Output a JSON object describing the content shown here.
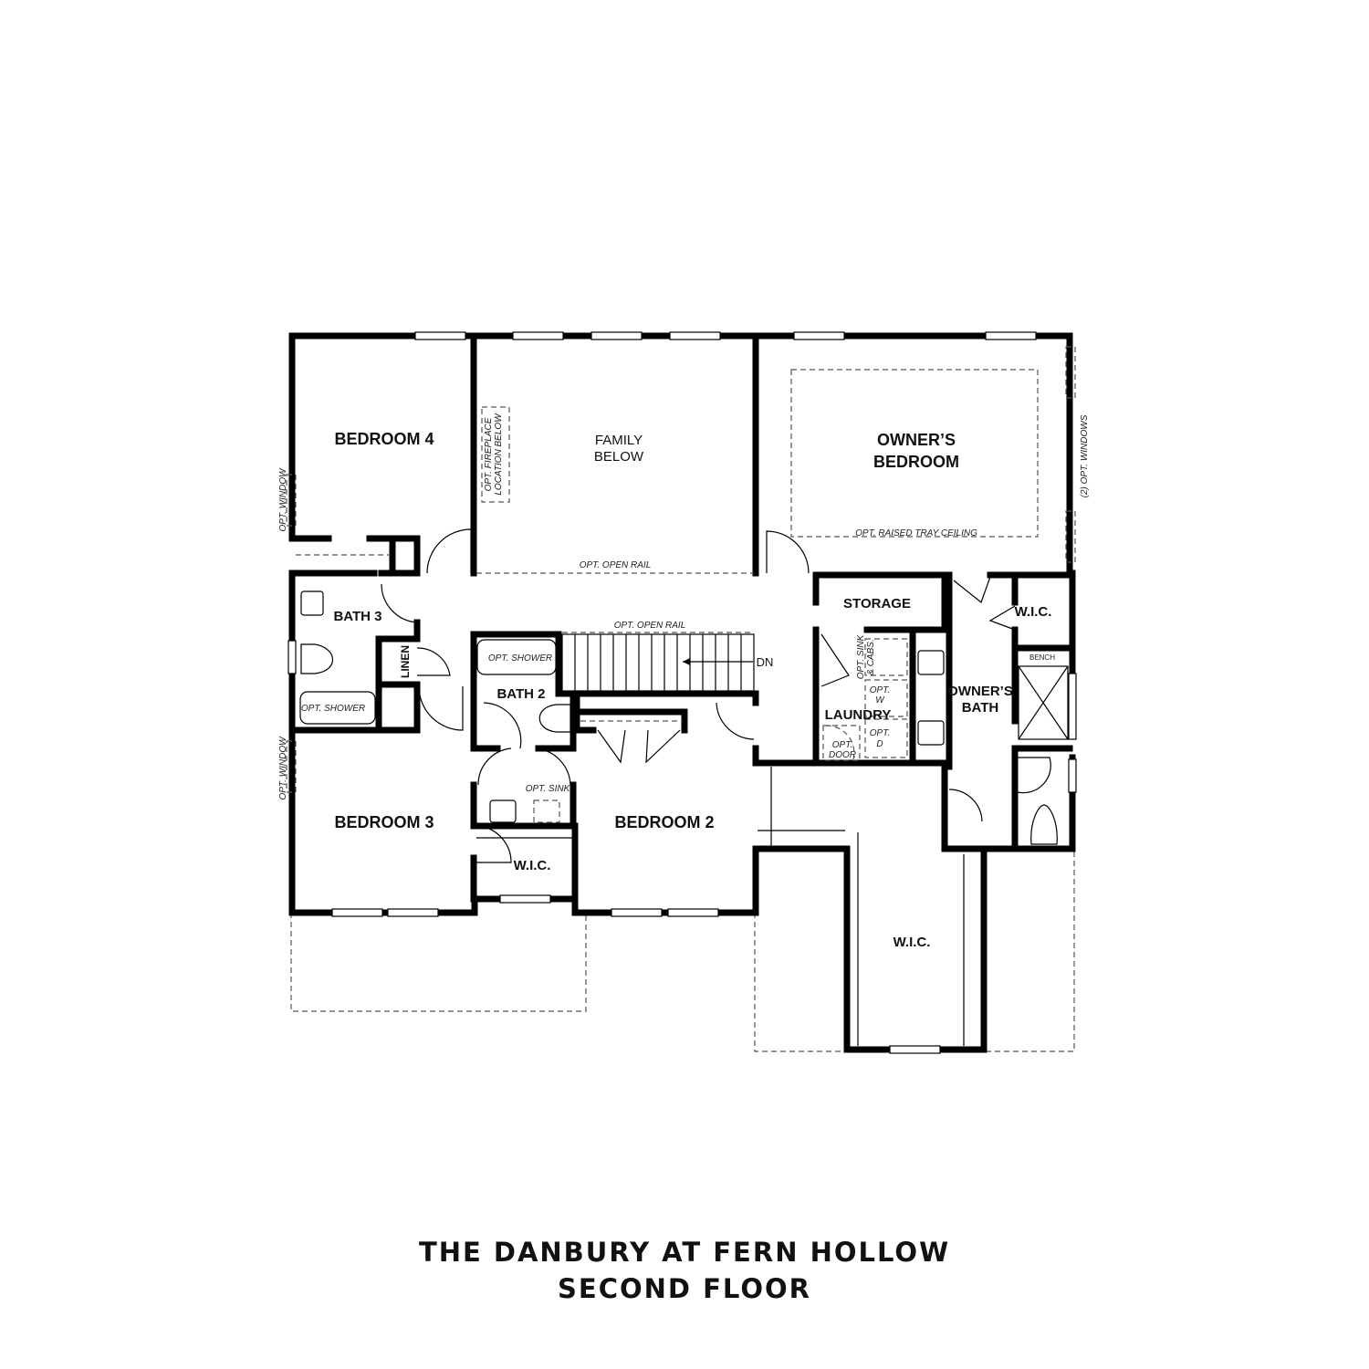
{
  "plan": {
    "rooms": {
      "bedroom4": "BEDROOM 4",
      "family_below_1": "FAMILY",
      "family_below_2": "BELOW",
      "owners_bedroom_1": "OWNER’S",
      "owners_bedroom_2": "BEDROOM",
      "bath3": "BATH 3",
      "linen": "LINEN",
      "bath2": "BATH 2",
      "storage": "STORAGE",
      "wic_owner": "W.I.C.",
      "laundry": "LAUNDRY",
      "owners_bath_1": "OWNER’S",
      "owners_bath_2": "BATH",
      "bedroom3": "BEDROOM 3",
      "bedroom2": "BEDROOM 2",
      "wic_bed3": "W.I.C.",
      "wic_large": "W.I.C."
    },
    "notes": {
      "opt_window_upper": "OPT. WINDOW",
      "opt_window_lower": "OPT. WINDOW",
      "opt_fireplace_1": "OPT. FIREPLACE",
      "opt_fireplace_2": "LOCATION BELOW",
      "opt_open_rail_upper": "OPT. OPEN RAIL",
      "opt_open_rail_stair": "OPT. OPEN RAIL",
      "opt_raised_tray": "OPT. RAISED TRAY CEILING",
      "opt_windows_2": "(2) OPT. WINDOWS",
      "opt_shower_bath3": "OPT. SHOWER",
      "opt_shower_bath2": "OPT. SHOWER",
      "dn": "DN",
      "opt_sink": "OPT. SINK",
      "opt_sink_cabs_1": "OPT. SINK",
      "opt_sink_cabs_2": "& CABS.",
      "opt_w_1": "OPT.",
      "opt_w_2": "W",
      "opt_d_1": "OPT.",
      "opt_d_2": "D",
      "opt_door_1": "OPT.",
      "opt_door_2": "DOOR",
      "bench": "BENCH"
    }
  },
  "title": {
    "line1": "THE DANBURY AT FERN HOLLOW",
    "line2": "SECOND FLOOR"
  }
}
